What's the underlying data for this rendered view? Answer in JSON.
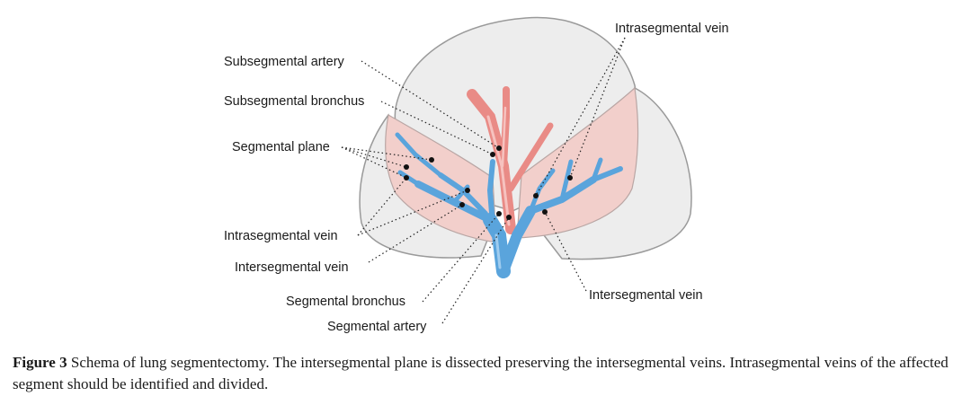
{
  "labels": {
    "subsegmental_artery": "Subsegmental artery",
    "subsegmental_bronchus": "Subsegmental bronchus",
    "segmental_plane": "Segmental plane",
    "intrasegmental_vein_left": "Intrasegmental vein",
    "intersegmental_vein_left": "Intersegmental vein",
    "segmental_bronchus": "Segmental bronchus",
    "segmental_artery": "Segmental artery",
    "intrasegmental_vein_right": "Intrasegmental vein",
    "intersegmental_vein_right": "Intersegmental vein"
  },
  "caption": {
    "figure_label": "Figure 3",
    "text": " Schema of lung segmentectomy. The intersegmental plane is dissected preserving the intersegmental veins. Intrasegmental veins of the affected segment should be identified and divided."
  },
  "colors": {
    "lung": "#ededed",
    "segment": "#f2cfcb",
    "vein": "#5aa4dc",
    "artery": "#e98b86",
    "outline": "#9a9a9a"
  }
}
